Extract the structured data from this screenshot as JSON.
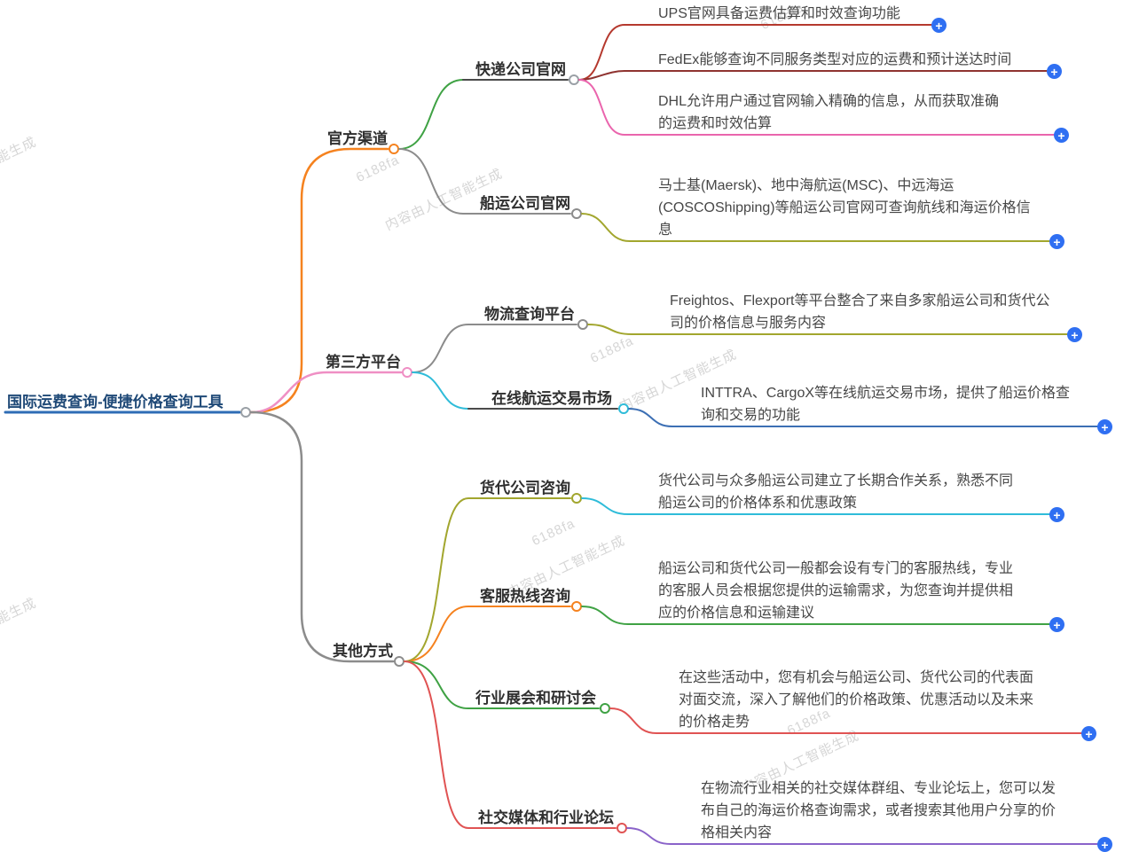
{
  "root": {
    "label": "国际运费查询-便捷价格查询工具"
  },
  "branches": [
    {
      "label": "官方渠道",
      "children": [
        {
          "label": "快递公司官网",
          "leaves": [
            {
              "text": "UPS官网具备运费估算和时效查询功能"
            },
            {
              "text": "FedEx能够查询不同服务类型对应的运费和预计送达时间"
            },
            {
              "text": "DHL允许用户通过官网输入精确的信息，从而获取准确的运费和时效估算"
            }
          ]
        },
        {
          "label": "船运公司官网",
          "leaves": [
            {
              "text": "马士基(Maersk)、地中海航运(MSC)、中远海运(COSCOShipping)等船运公司官网可查询航线和海运价格信息"
            }
          ]
        }
      ]
    },
    {
      "label": "第三方平台",
      "children": [
        {
          "label": "物流查询平台",
          "leaves": [
            {
              "text": "Freightos、Flexport等平台整合了来自多家船运公司和货代公司的价格信息与服务内容"
            }
          ]
        },
        {
          "label": "在线航运交易市场",
          "leaves": [
            {
              "text": "INTTRA、CargoX等在线航运交易市场，提供了船运价格查询和交易的功能"
            }
          ]
        }
      ]
    },
    {
      "label": "其他方式",
      "children": [
        {
          "label": "货代公司咨询",
          "leaves": [
            {
              "text": "货代公司与众多船运公司建立了长期合作关系，熟悉不同船运公司的价格体系和优惠政策"
            }
          ]
        },
        {
          "label": "客服热线咨询",
          "leaves": [
            {
              "text": "船运公司和货代公司一般都会设有专门的客服热线，专业的客服人员会根据您提供的运输需求，为您查询并提供相应的价格信息和运输建议"
            }
          ]
        },
        {
          "label": "行业展会和研讨会",
          "leaves": [
            {
              "text": "在这些活动中，您有机会与船运公司、货代公司的代表面对面交流，深入了解他们的价格政策、优惠活动以及未来的价格走势"
            }
          ]
        },
        {
          "label": "社交媒体和行业论坛",
          "leaves": [
            {
              "text": "在物流行业相关的社交媒体群组、专业论坛上，您可以发布自己的海运价格查询需求，或者搜索其他用户分享的价格相关内容"
            }
          ]
        }
      ]
    }
  ],
  "ui": {
    "expand_symbol": "+"
  },
  "watermarks": {
    "brand": "6188fa",
    "notice": "内容由人工智能生成",
    "partial": "能生成"
  },
  "colors": {
    "root_text": "#1f4977",
    "root_line": "#2e6cb5",
    "plus_blue": "#2f6ff2",
    "orange": "#f5821f",
    "pink_light": "#ef8fc4",
    "pink": "#ea65ad",
    "gray": "#8c8c8c",
    "node_gray": "#9aa0a6",
    "green": "#3fa244",
    "brick_red": "#b5392e",
    "maroon": "#8f3330",
    "olive": "#a2a62e",
    "cyan": "#2fbcd9",
    "steel_blue": "#3c6fb4",
    "red": "#e05353",
    "purple": "#8a63c9",
    "dark_line": "#4a4a4a"
  }
}
